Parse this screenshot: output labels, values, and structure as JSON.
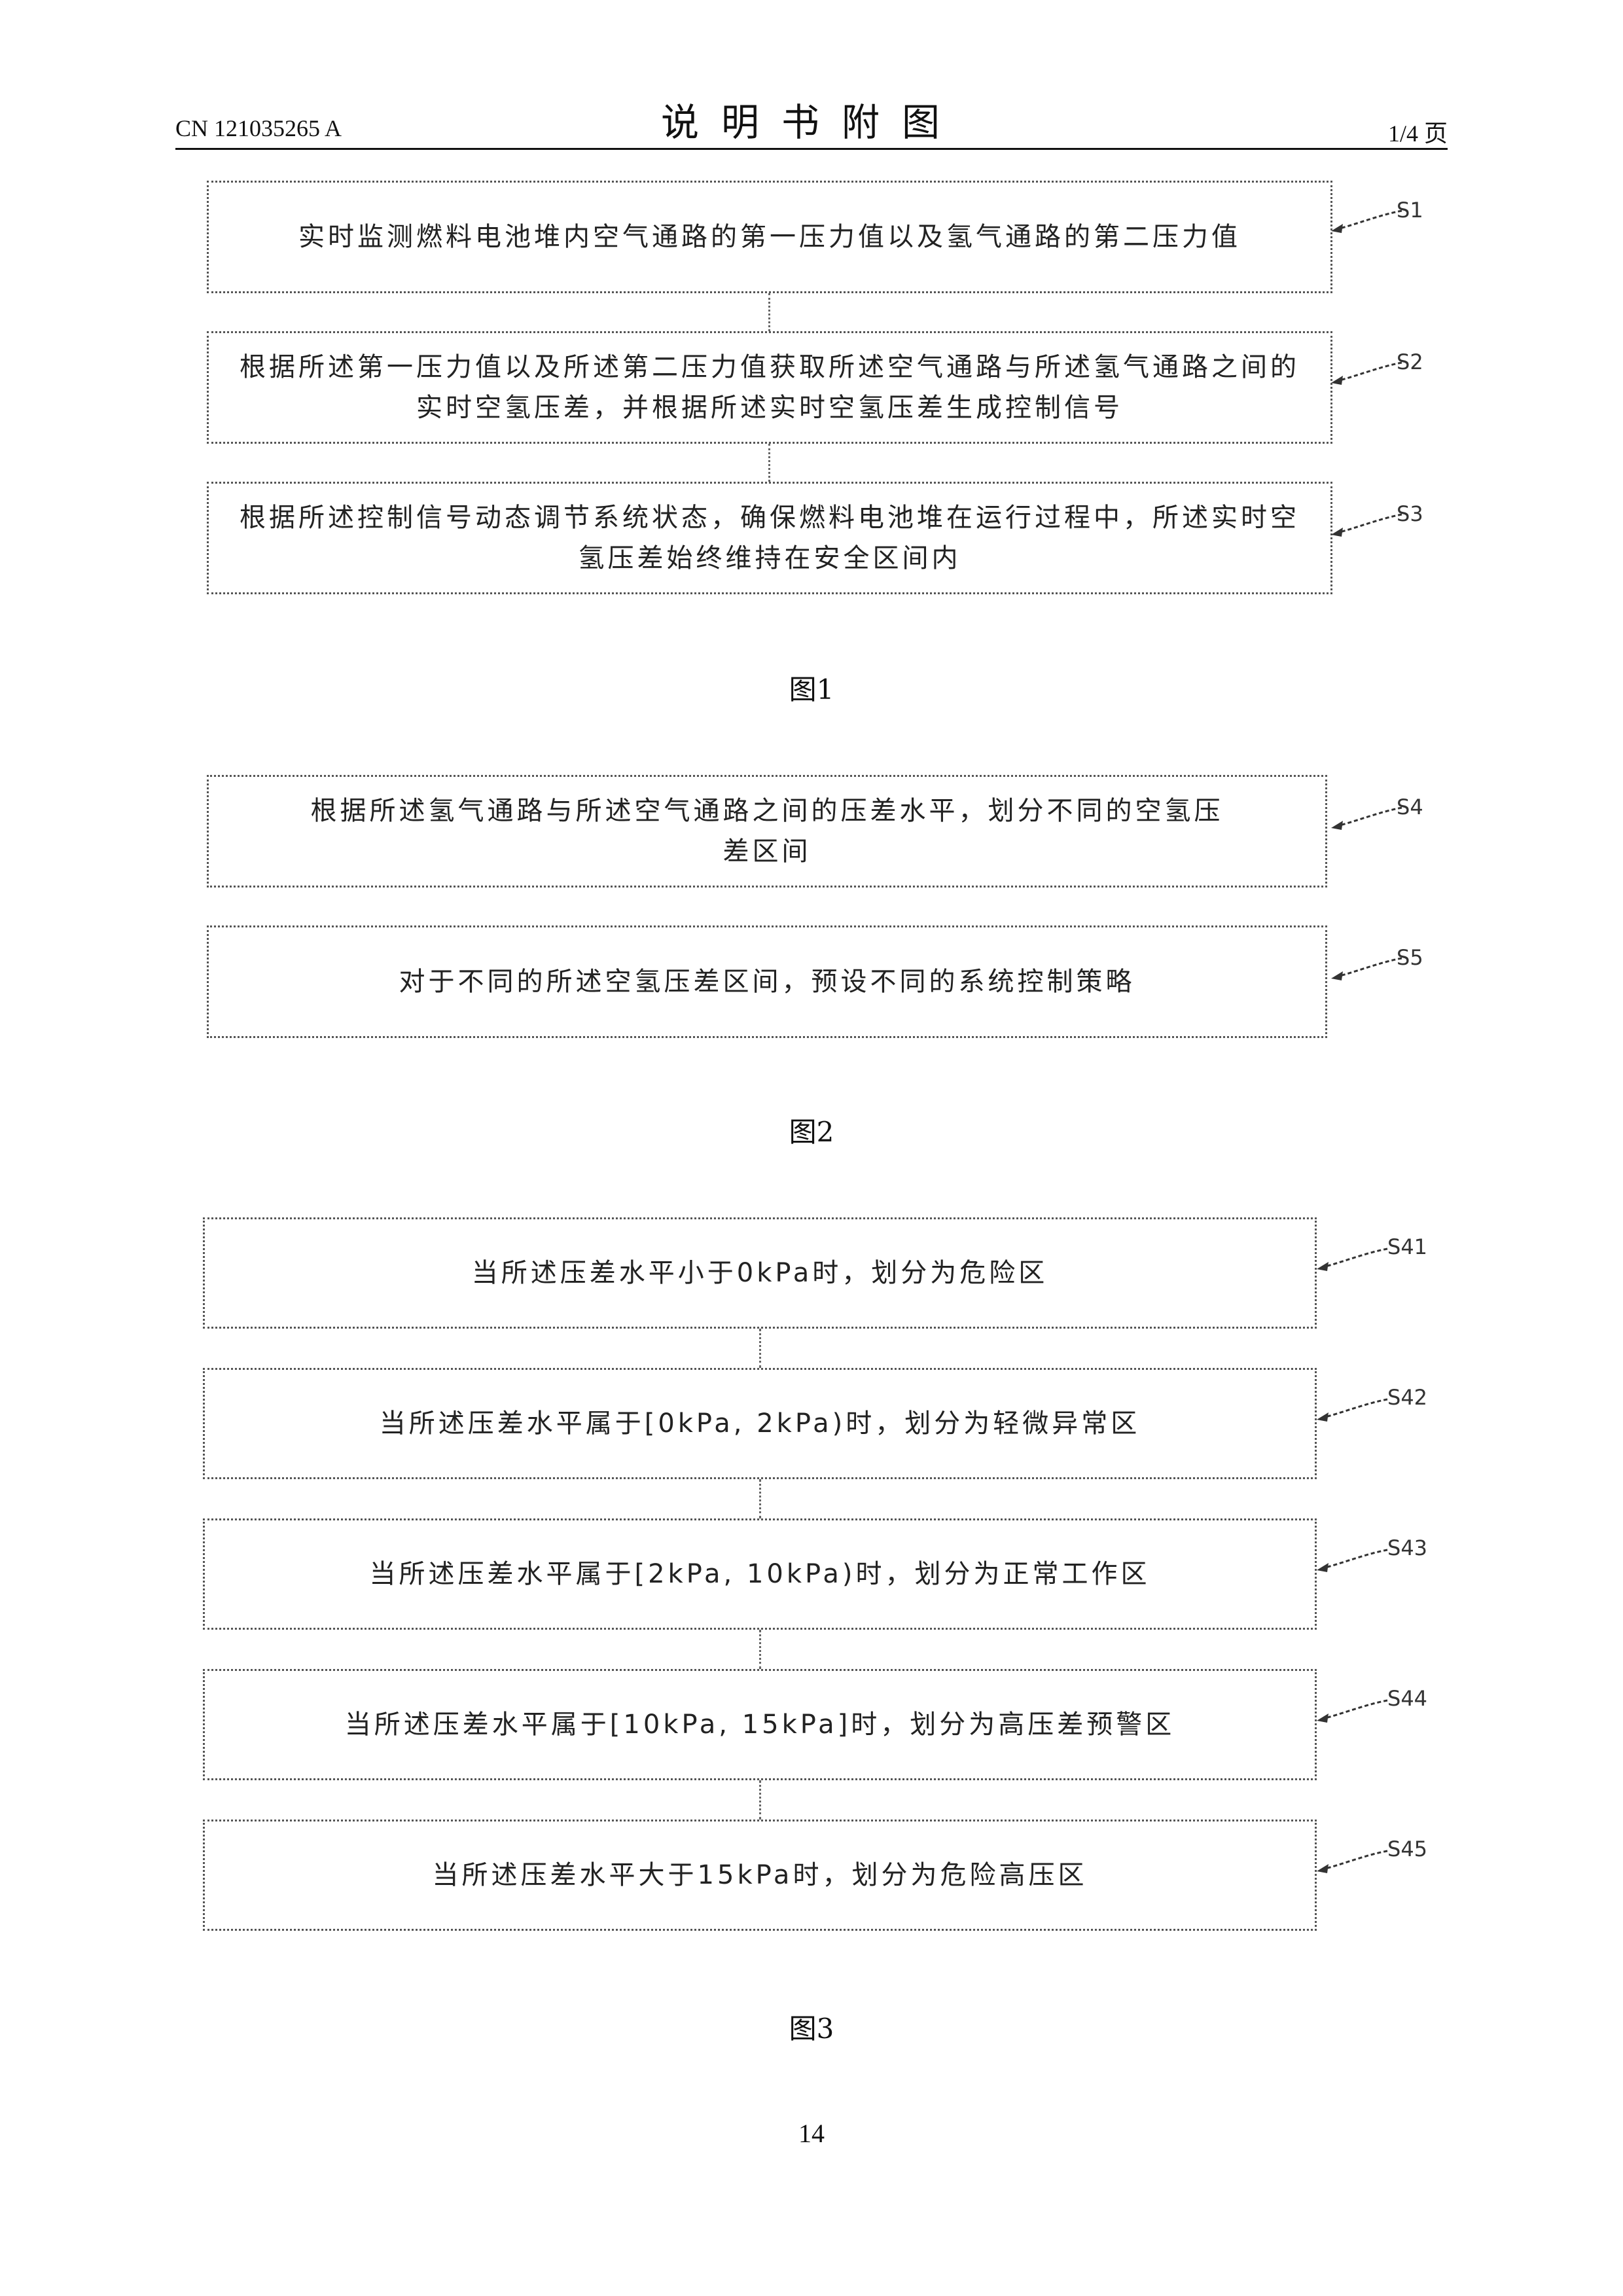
{
  "header": {
    "doc_number": "CN 121035265 A",
    "title": "说明书附图",
    "page_of": "1/4 页"
  },
  "figure1": {
    "caption": "图1",
    "steps": [
      {
        "label": "S1",
        "text": "实时监测燃料电池堆内空气通路的第一压力值以及氢气通路的第二压力值"
      },
      {
        "label": "S2",
        "text": "根据所述第一压力值以及所述第二压力值获取所述空气通路与所述氢气通路之间的实时空氢压差，并根据所述实时空氢压差生成控制信号"
      },
      {
        "label": "S3",
        "text": "根据所述控制信号动态调节系统状态，确保燃料电池堆在运行过程中，所述实时空氢压差始终维持在安全区间内"
      }
    ]
  },
  "figure2": {
    "caption": "图2",
    "steps": [
      {
        "label": "S4",
        "text": "根据所述氢气通路与所述空气通路之间的压差水平，划分不同的空氢压差区间"
      },
      {
        "label": "S5",
        "text": "对于不同的所述空氢压差区间，预设不同的系统控制策略"
      }
    ]
  },
  "figure3": {
    "caption": "图3",
    "steps": [
      {
        "label": "S41",
        "text": "当所述压差水平小于0kPa时，划分为危险区"
      },
      {
        "label": "S42",
        "text": "当所述压差水平属于[0kPa, 2kPa)时，划分为轻微异常区"
      },
      {
        "label": "S43",
        "text": "当所述压差水平属于[2kPa, 10kPa)时，划分为正常工作区"
      },
      {
        "label": "S44",
        "text": "当所述压差水平属于[10kPa, 15kPa]时，划分为高压差预警区"
      },
      {
        "label": "S45",
        "text": "当所述压差水平大于15kPa时，划分为危险高压区"
      }
    ]
  },
  "page_number": "14"
}
